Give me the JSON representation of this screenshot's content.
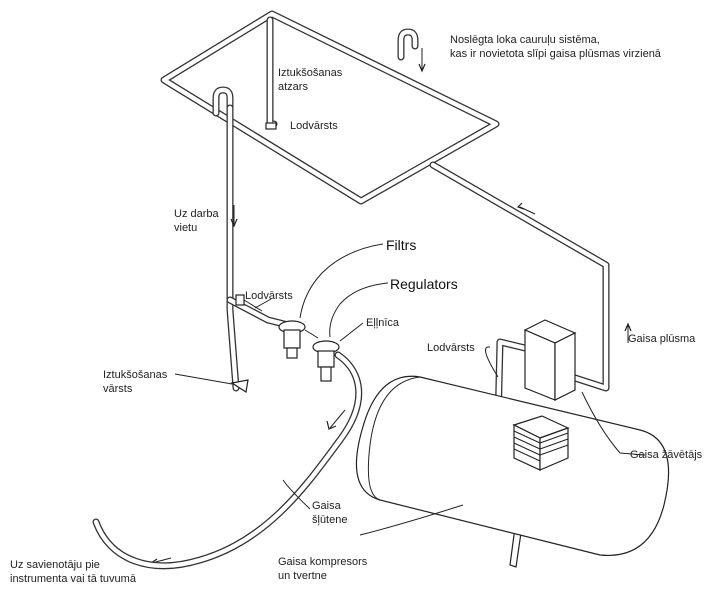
{
  "labels": {
    "closed_loop": [
      "Noslēgta loka cauruļu sistēma,",
      "kas ir novietota slīpi gaisa plūsmas virzienā"
    ],
    "drain_branch": [
      "Iztukšošanas",
      "atzars"
    ],
    "shutoff_valve_top": "Lodvārsts",
    "to_workplace": [
      "Uz darba",
      "vietu"
    ],
    "filter": "Filtrs",
    "regulator": "Regulators",
    "shutoff_valve_mid": "Lodvārsts",
    "lubricator": "Eļļnīca",
    "shutoff_valve_right": "Lodvārsts",
    "air_flow": "Gaisa plūsma",
    "drain_valve": [
      "Iztukšošanas",
      "vārsts"
    ],
    "air_dryer": "Gaisa žāvētājs",
    "air_hose": [
      "Gaisa",
      "šļūtene"
    ],
    "compressor": [
      "Gaisa kompresors",
      "un tvertne"
    ],
    "to_instrument": [
      "Uz savienotāju pie",
      "instrumenta vai tā tuvumā"
    ]
  },
  "colors": {
    "line": "#222222",
    "background": "#ffffff"
  }
}
